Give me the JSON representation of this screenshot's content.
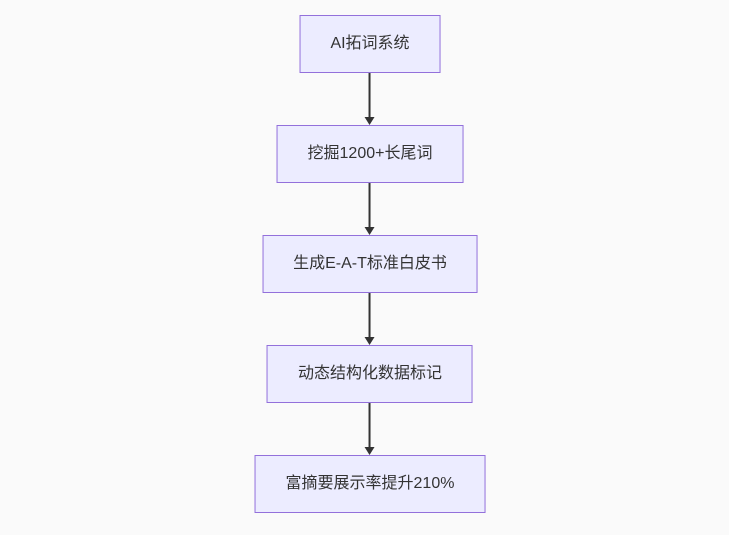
{
  "flowchart": {
    "direction": "top-down",
    "nodes": [
      {
        "id": "A",
        "label": "AI拓词系统"
      },
      {
        "id": "B",
        "label": "挖掘1200+长尾词"
      },
      {
        "id": "C",
        "label": "生成E-A-T标准白皮书"
      },
      {
        "id": "D",
        "label": "动态结构化数据标记"
      },
      {
        "id": "E",
        "label": "富摘要展示率提升210%"
      }
    ],
    "edges": [
      {
        "from": "A",
        "to": "B",
        "arrow": "down"
      },
      {
        "from": "B",
        "to": "C",
        "arrow": "down"
      },
      {
        "from": "C",
        "to": "D",
        "arrow": "down"
      },
      {
        "from": "D",
        "to": "E",
        "arrow": "down"
      }
    ],
    "colors": {
      "node_fill": "#ECECFF",
      "node_border": "#9370DB",
      "node_text": "#333333",
      "arrow": "#333333",
      "background": "#FAFAFA"
    }
  }
}
